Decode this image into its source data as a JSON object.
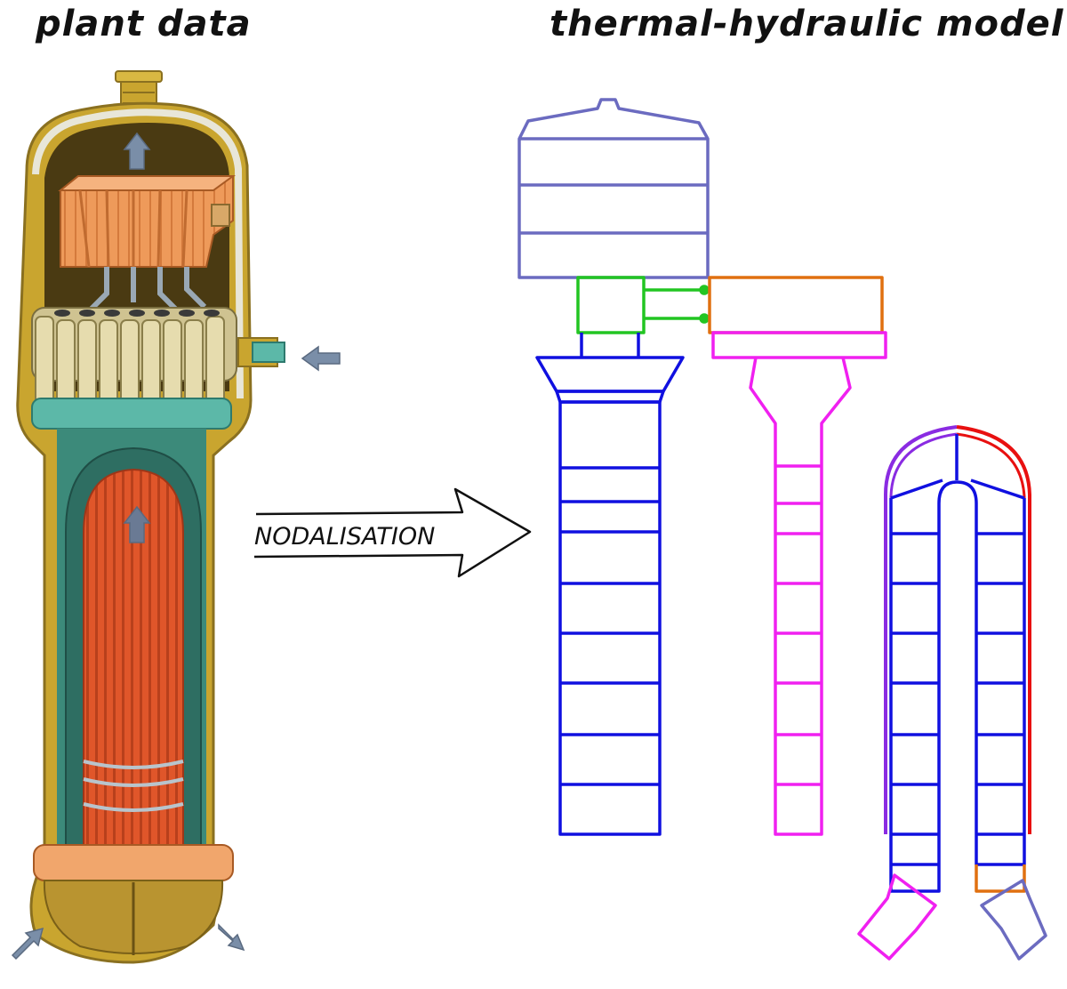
{
  "titles": {
    "left": "plant data",
    "right": "thermal-hydraulic model"
  },
  "arrow": {
    "label": "NODALISATION"
  },
  "colors": {
    "dome": "#6b6bc0",
    "separator_green": "#22c522",
    "dryer_orange": "#e07010",
    "riser_blue": "#1010e0",
    "downcomer_magenta": "#f020f0",
    "tube_violet": "#8a2be2",
    "tube_red": "#e81010",
    "vessel_shell": "#c9a52f",
    "tube_bundle": "#e0562a",
    "separator_cream": "#e6dcae",
    "dryer_copper": "#ee9a5a",
    "wrapper_teal": "#5cb8a8",
    "flow_arrow": "#7a8ea8"
  }
}
